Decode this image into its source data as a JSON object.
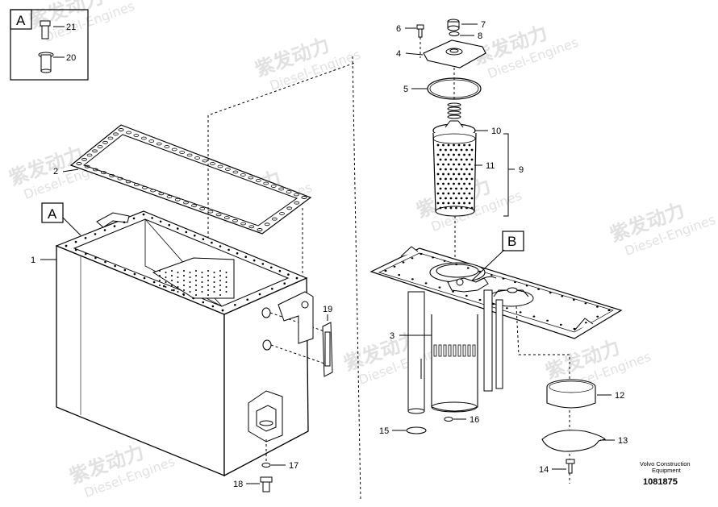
{
  "inset": {
    "label": "A"
  },
  "detail_labels": {
    "a": "A",
    "b": "B"
  },
  "callouts": {
    "c1": "1",
    "c2": "2",
    "c3": "3",
    "c4": "4",
    "c5": "5",
    "c6": "6",
    "c7": "7",
    "c8": "8",
    "c9": "9",
    "c10": "10",
    "c11": "11",
    "c12": "12",
    "c13": "13",
    "c14": "14",
    "c15": "15",
    "c16": "16",
    "c17": "17",
    "c18": "18",
    "c19": "19",
    "c20": "20",
    "c21": "21"
  },
  "watermark": {
    "cn": "紫发动力",
    "en": "Diesel-Engines"
  },
  "footer": {
    "brand_line1": "Volvo Construction",
    "brand_line2": "Equipment",
    "doc_number": "1081875"
  }
}
